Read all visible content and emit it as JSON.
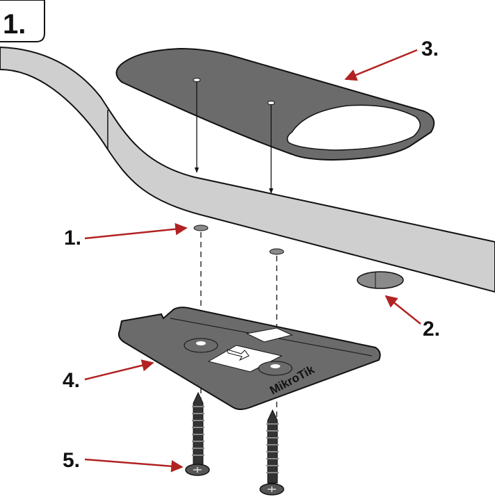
{
  "step_label": "1.",
  "callouts": {
    "c1": "1.",
    "c2": "2.",
    "c3": "3.",
    "c4": "4.",
    "c5": "5."
  },
  "bracket_logo": "MikroTik",
  "colors": {
    "arrow": "#b22222",
    "part": "#6b6b6b",
    "wall": "#cfcfcf"
  }
}
